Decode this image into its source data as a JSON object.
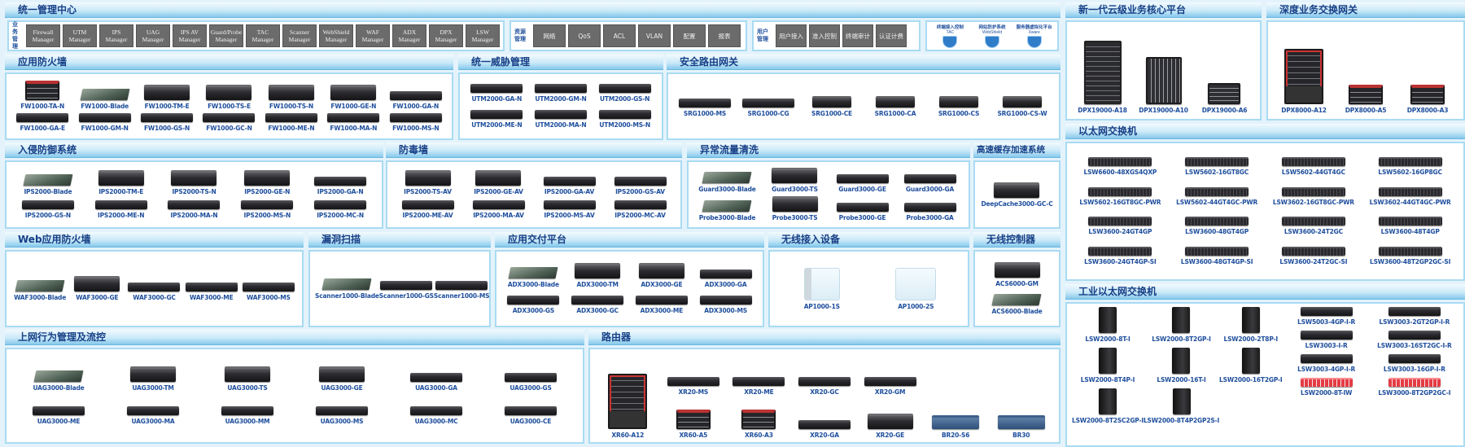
{
  "header": {
    "title": "统一管理中心"
  },
  "mgmt": {
    "business": {
      "label": "业务管理",
      "buttons": [
        "Firewall Manager",
        "UTM Manager",
        "IPS Manager",
        "UAG Manager",
        "IPS AV Manager",
        "Guard/Probe Manager",
        "TAC Manager",
        "Scanner Manager",
        "WebShield Manager",
        "WAF Manager",
        "ADX Manager",
        "DPX Manager",
        "LSW Manager"
      ]
    },
    "resource": {
      "label": "资源管理",
      "buttons": [
        "网络",
        "QoS",
        "ACL",
        "VLAN",
        "配置",
        "报表"
      ]
    },
    "user": {
      "label": "用户管理",
      "buttons": [
        "用户接入",
        "准入控制",
        "终端审计",
        "认证计费"
      ]
    },
    "badges": [
      {
        "name": "终端接入控制",
        "sub": "TAC",
        "icon": "shield-icon"
      },
      {
        "name": "网站防护系统",
        "sub": "WebShield",
        "icon": "shield-icon"
      },
      {
        "name": "服务器虚拟化平台",
        "sub": "Xware",
        "icon": "shield-icon"
      }
    ]
  },
  "sections": {
    "core": {
      "title": "新一代云级业务核心平台",
      "products": [
        {
          "name": "DPX19000-A18",
          "kind": "chassis"
        },
        {
          "name": "DPX19000-A10",
          "kind": "chassis-m"
        },
        {
          "name": "DPX19000-A6",
          "kind": "chassis-s"
        }
      ]
    },
    "deep": {
      "title": "深度业务交换网关",
      "products": [
        {
          "name": "DPX8000-A12",
          "kind": "chassis-r"
        },
        {
          "name": "DPX8000-A5",
          "kind": "chassis-rs"
        },
        {
          "name": "DPX8000-A3",
          "kind": "chassis-rs"
        }
      ]
    },
    "fw": {
      "title": "应用防火墙",
      "products": [
        {
          "name": "FW1000-TA-N",
          "kind": "chassis-rs"
        },
        {
          "name": "FW1000-Blade",
          "kind": "blade"
        },
        {
          "name": "FW1000-TM-E",
          "kind": "rack2"
        },
        {
          "name": "FW1000-TS-E",
          "kind": "rack2"
        },
        {
          "name": "FW1000-TS-N",
          "kind": "rack2"
        },
        {
          "name": "FW1000-GE-N",
          "kind": "rack2"
        },
        {
          "name": "FW1000-GA-N",
          "kind": "rack1"
        },
        {
          "name": "FW1000-GA-E",
          "kind": "rack1"
        },
        {
          "name": "FW1000-GM-N",
          "kind": "rack1"
        },
        {
          "name": "FW1000-GS-N",
          "kind": "rack1"
        },
        {
          "name": "FW1000-GC-N",
          "kind": "rack1"
        },
        {
          "name": "FW1000-ME-N",
          "kind": "rack1"
        },
        {
          "name": "FW1000-MA-N",
          "kind": "rack1"
        },
        {
          "name": "FW1000-MS-N",
          "kind": "rack1"
        }
      ]
    },
    "utm": {
      "title": "统一威胁管理",
      "products": [
        {
          "name": "UTM2000-GA-N",
          "kind": "rack1"
        },
        {
          "name": "UTM2000-GM-N",
          "kind": "rack1"
        },
        {
          "name": "UTM2000-GS-N",
          "kind": "rack1"
        },
        {
          "name": "UTM2000-ME-N",
          "kind": "rack1"
        },
        {
          "name": "UTM2000-MA-N",
          "kind": "rack1"
        },
        {
          "name": "UTM2000-MS-N",
          "kind": "rack1"
        }
      ]
    },
    "srg": {
      "title": "安全路由网关",
      "products": [
        {
          "name": "SRG1000-MS",
          "kind": "rack1"
        },
        {
          "name": "SRG1000-CG",
          "kind": "rack1"
        },
        {
          "name": "SRG1000-CE",
          "kind": "srgw"
        },
        {
          "name": "SRG1000-CA",
          "kind": "srgw"
        },
        {
          "name": "SRG1000-CS",
          "kind": "srgw"
        },
        {
          "name": "SRG1000-CS-W",
          "kind": "srgw"
        }
      ]
    },
    "ips": {
      "title": "入侵防御系统",
      "products": [
        {
          "name": "IPS2000-Blade",
          "kind": "blade"
        },
        {
          "name": "IPS2000-TM-E",
          "kind": "rack2"
        },
        {
          "name": "IPS2000-TS-N",
          "kind": "rack2"
        },
        {
          "name": "IPS2000-GE-N",
          "kind": "rack2"
        },
        {
          "name": "IPS2000-GA-N",
          "kind": "rack1"
        },
        {
          "name": "IPS2000-GS-N",
          "kind": "rack1"
        },
        {
          "name": "IPS2000-ME-N",
          "kind": "rack1"
        },
        {
          "name": "IPS2000-MA-N",
          "kind": "rack1"
        },
        {
          "name": "IPS2000-MS-N",
          "kind": "rack1"
        },
        {
          "name": "IPS2000-MC-N",
          "kind": "rack1"
        }
      ]
    },
    "av": {
      "title": "防毒墙",
      "products": [
        {
          "name": "IPS2000-TS-AV",
          "kind": "rack2"
        },
        {
          "name": "IPS2000-GE-AV",
          "kind": "rack2"
        },
        {
          "name": "IPS2000-GA-AV",
          "kind": "rack1"
        },
        {
          "name": "IPS2000-GS-AV",
          "kind": "rack1"
        },
        {
          "name": "IPS2000-ME-AV",
          "kind": "rack1"
        },
        {
          "name": "IPS2000-MA-AV",
          "kind": "rack1"
        },
        {
          "name": "IPS2000-MS-AV",
          "kind": "rack1"
        },
        {
          "name": "IPS2000-MC-AV",
          "kind": "rack1"
        }
      ]
    },
    "guard": {
      "title": "异常流量清洗",
      "products": [
        {
          "name": "Guard3000-Blade",
          "kind": "blade"
        },
        {
          "name": "Guard3000-TS",
          "kind": "rack2"
        },
        {
          "name": "Guard3000-GE",
          "kind": "rack1"
        },
        {
          "name": "Guard3000-GA",
          "kind": "rack1"
        },
        {
          "name": "Probe3000-Blade",
          "kind": "blade"
        },
        {
          "name": "Probe3000-TS",
          "kind": "rack2"
        },
        {
          "name": "Probe3000-GE",
          "kind": "rack1"
        },
        {
          "name": "Probe3000-GA",
          "kind": "rack1"
        }
      ]
    },
    "cache": {
      "title": "高速缓存加速系统",
      "products": [
        {
          "name": "DeepCache3000-GC-C",
          "kind": "rack2"
        }
      ]
    },
    "waf": {
      "title": "Web应用防火墙",
      "products": [
        {
          "name": "WAF3000-Blade",
          "kind": "blade"
        },
        {
          "name": "WAF3000-GE",
          "kind": "rack2"
        },
        {
          "name": "WAF3000-GC",
          "kind": "rack1"
        },
        {
          "name": "WAF3000-ME",
          "kind": "rack1"
        },
        {
          "name": "WAF3000-MS",
          "kind": "rack1"
        }
      ]
    },
    "scan": {
      "title": "漏洞扫描",
      "products": [
        {
          "name": "Scanner1000-Blade",
          "kind": "blade"
        },
        {
          "name": "Scanner1000-GS",
          "kind": "rack1"
        },
        {
          "name": "Scanner1000-MS",
          "kind": "rack1"
        }
      ]
    },
    "adx": {
      "title": "应用交付平台",
      "products": [
        {
          "name": "ADX3000-Blade",
          "kind": "blade"
        },
        {
          "name": "ADX3000-TM",
          "kind": "rack2"
        },
        {
          "name": "ADX3000-GE",
          "kind": "rack2"
        },
        {
          "name": "ADX3000-GA",
          "kind": "rack1"
        },
        {
          "name": "ADX3000-GS",
          "kind": "rack1"
        },
        {
          "name": "ADX3000-GC",
          "kind": "rack1"
        },
        {
          "name": "ADX3000-ME",
          "kind": "rack1"
        },
        {
          "name": "ADX3000-MS",
          "kind": "rack1"
        }
      ]
    },
    "ap": {
      "title": "无线接入设备",
      "products": [
        {
          "name": "AP1000-1S",
          "kind": "ap"
        },
        {
          "name": "AP1000-2S",
          "kind": "ap-ant"
        }
      ]
    },
    "acs": {
      "title": "无线控制器",
      "products": [
        {
          "name": "ACS6000-GM",
          "kind": "rack2"
        },
        {
          "name": "ACS6000-Blade",
          "kind": "blade"
        }
      ]
    },
    "uag": {
      "title": "上网行为管理及流控",
      "products": [
        {
          "name": "UAG3000-Blade",
          "kind": "blade"
        },
        {
          "name": "UAG3000-TM",
          "kind": "rack2"
        },
        {
          "name": "UAG3000-TS",
          "kind": "rack2"
        },
        {
          "name": "UAG3000-GE",
          "kind": "rack2"
        },
        {
          "name": "UAG3000-GA",
          "kind": "rack1"
        },
        {
          "name": "UAG3000-GS",
          "kind": "rack1"
        },
        {
          "name": "UAG3000-ME",
          "kind": "rack1"
        },
        {
          "name": "UAG3000-MA",
          "kind": "rack1"
        },
        {
          "name": "UAG3000-MM",
          "kind": "rack1"
        },
        {
          "name": "UAG3000-MS",
          "kind": "rack1"
        },
        {
          "name": "UAG3000-MC",
          "kind": "rack1"
        },
        {
          "name": "UAG3000-CE",
          "kind": "rack1"
        }
      ]
    },
    "router": {
      "title": "路由器",
      "products": [
        {
          "name": "XR60-A12",
          "kind": "chassis-r"
        },
        {
          "name": "XR60-A5",
          "kind": "chassis-rs"
        },
        {
          "name": "XR60-A3",
          "kind": "chassis-rs"
        },
        {
          "name": "XR20-MS",
          "kind": "rack1"
        },
        {
          "name": "XR20-ME",
          "kind": "rack1"
        },
        {
          "name": "XR20-GC",
          "kind": "rack1"
        },
        {
          "name": "XR20-GM",
          "kind": "rack1"
        },
        {
          "name": "XR20-GA",
          "kind": "rack1"
        },
        {
          "name": "XR20-GE",
          "kind": "rack2"
        },
        {
          "name": "BR20-S6",
          "kind": "blue"
        },
        {
          "name": "BR30",
          "kind": "blue"
        }
      ]
    },
    "eth": {
      "title": "以太网交换机",
      "products": [
        {
          "name": "LSW6600-48XGS4QXP",
          "kind": "sw"
        },
        {
          "name": "LSW5602-16GT8GC",
          "kind": "sw"
        },
        {
          "name": "LSW5602-44GT4GC",
          "kind": "sw"
        },
        {
          "name": "LSW5602-16GP8GC",
          "kind": "sw"
        },
        {
          "name": "LSW5602-16GT8GC-PWR",
          "kind": "sw"
        },
        {
          "name": "LSW5602-44GT4GC-PWR",
          "kind": "sw"
        },
        {
          "name": "LSW3602-16GT8GC-PWR",
          "kind": "sw"
        },
        {
          "name": "LSW3602-44GT4GC-PWR",
          "kind": "sw"
        },
        {
          "name": "LSW3600-24GT4GP",
          "kind": "sw"
        },
        {
          "name": "LSW3600-48GT4GP",
          "kind": "sw"
        },
        {
          "name": "LSW3600-24T2GC",
          "kind": "sw"
        },
        {
          "name": "LSW3600-48T4GP",
          "kind": "sw"
        },
        {
          "name": "LSW3600-24GT4GP-SI",
          "kind": "sw"
        },
        {
          "name": "LSW3600-48GT4GP-SI",
          "kind": "sw"
        },
        {
          "name": "LSW3600-24T2GC-SI",
          "kind": "sw"
        },
        {
          "name": "LSW3600-48T2GP2GC-SI",
          "kind": "sw"
        }
      ]
    },
    "ind": {
      "title": "工业以太网交换机",
      "left": [
        {
          "name": "LSW2000-8T-I",
          "kind": "ind"
        },
        {
          "name": "LSW2000-8T2GP-I",
          "kind": "ind"
        },
        {
          "name": "LSW2000-2T8P-I",
          "kind": "ind"
        },
        {
          "name": "LSW2000-8T4P-I",
          "kind": "ind"
        },
        {
          "name": "LSW2000-16T-I",
          "kind": "ind"
        },
        {
          "name": "LSW2000-16T2GP-I",
          "kind": "ind"
        },
        {
          "name": "LSW2000-8T2SC2GP-I",
          "kind": "ind"
        },
        {
          "name": "LSW2000-8T4P2GP2S-I",
          "kind": "ind"
        }
      ],
      "right": [
        {
          "name": "LSW5003-4GP-I-R",
          "kind": "rack1"
        },
        {
          "name": "LSW3003-2GT2GP-I-R",
          "kind": "rack1"
        },
        {
          "name": "LSW3003-I-R",
          "kind": "rack1"
        },
        {
          "name": "LSW3003-16ST2GC-I-R",
          "kind": "rack1"
        },
        {
          "name": "LSW3003-4GP-I-R",
          "kind": "rack1"
        },
        {
          "name": "LSW3003-16GP-I-R",
          "kind": "rack1"
        },
        {
          "name": "LSW2000-8T-IW",
          "kind": "red"
        },
        {
          "name": "LSW3000-8T2GP2GC-I",
          "kind": "red"
        }
      ]
    }
  }
}
